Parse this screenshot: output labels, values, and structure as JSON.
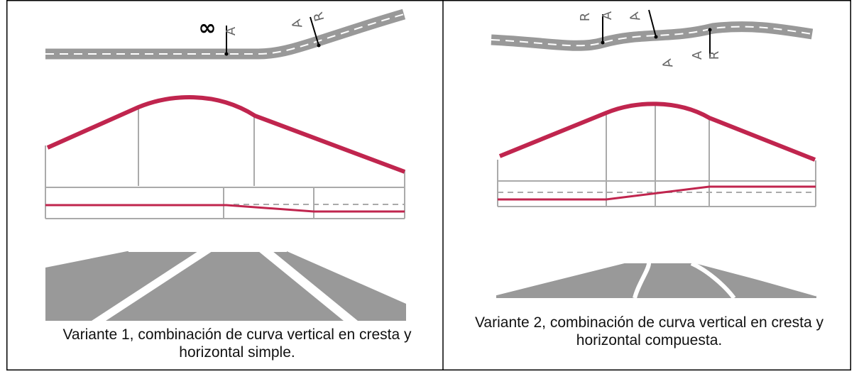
{
  "panels": [
    {
      "caption": "Variante 1, combinación de curva vertical en cresta y horizontal simple.",
      "plan_labels": [
        "∞",
        "A",
        "A",
        "R"
      ]
    },
    {
      "caption": "Variante 2, combinación de curva vertical en cresta y horizontal compuesta.",
      "plan_labels": [
        "R",
        "A",
        "A",
        "A",
        "A",
        "R"
      ]
    }
  ],
  "colors": {
    "road": "#999999",
    "curve": "#c0254e",
    "grid": "#aaaaaa",
    "border": "#000000"
  }
}
